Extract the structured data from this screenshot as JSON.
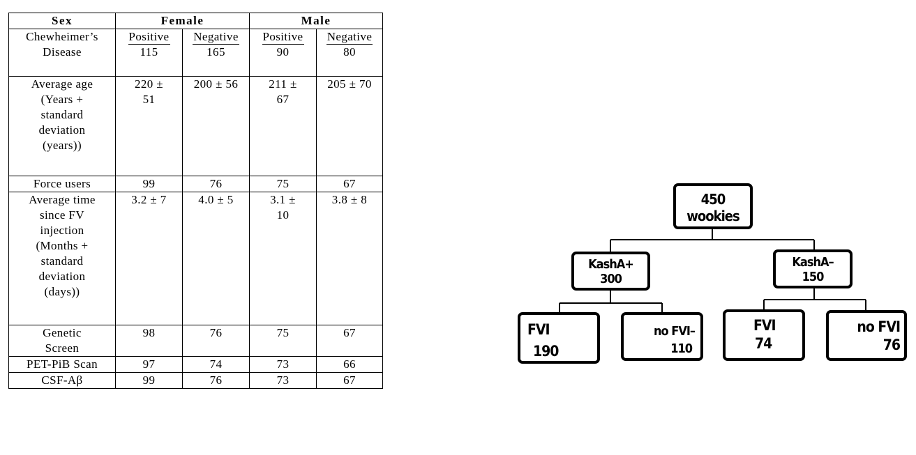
{
  "table": {
    "headers": {
      "sex": "Sex",
      "female": "Female",
      "male": "Male"
    },
    "disease_label": [
      "Chewheimer’s",
      "Disease"
    ],
    "groups": [
      {
        "label": "Positive",
        "count": "115"
      },
      {
        "label": "Negative",
        "count": "165"
      },
      {
        "label": "Positive",
        "count": "90"
      },
      {
        "label": "Negative",
        "count": "80"
      }
    ],
    "rows": {
      "age": {
        "label": [
          "Average age",
          "(Years +",
          "standard",
          "deviation",
          "(years))"
        ],
        "values": [
          [
            "220 ±",
            "51"
          ],
          [
            "200 ± 56"
          ],
          [
            "211 ±",
            "67"
          ],
          [
            "205 ± 70"
          ]
        ]
      },
      "force": {
        "label": "Force users",
        "values": [
          "99",
          "76",
          "75",
          "67"
        ]
      },
      "time": {
        "label": [
          "Average time",
          "since FV",
          "injection",
          "(Months +",
          "standard",
          "deviation",
          "(days))"
        ],
        "values": [
          [
            "3.2 ± 7"
          ],
          [
            "4.0 ± 5"
          ],
          [
            "3.1 ±",
            "10"
          ],
          [
            "3.8 ± 8"
          ]
        ]
      },
      "genetic": {
        "label": [
          "Genetic",
          "Screen"
        ],
        "values": [
          "98",
          "76",
          "75",
          "67"
        ]
      },
      "pet": {
        "label": "PET-PiB Scan",
        "values": [
          "97",
          "74",
          "73",
          "66"
        ]
      },
      "csf": {
        "label": "CSF-Aβ",
        "values": [
          "99",
          "76",
          "73",
          "67"
        ]
      }
    }
  },
  "diagram": {
    "root": [
      "450",
      "wookies"
    ],
    "left": [
      "KashA+",
      "300"
    ],
    "right": [
      "KashA–",
      "150"
    ],
    "leaves": [
      [
        "FVI",
        "190"
      ],
      [
        "no FVI–",
        "110"
      ],
      [
        "FVI",
        "74"
      ],
      [
        "no FVI",
        "76"
      ]
    ]
  }
}
